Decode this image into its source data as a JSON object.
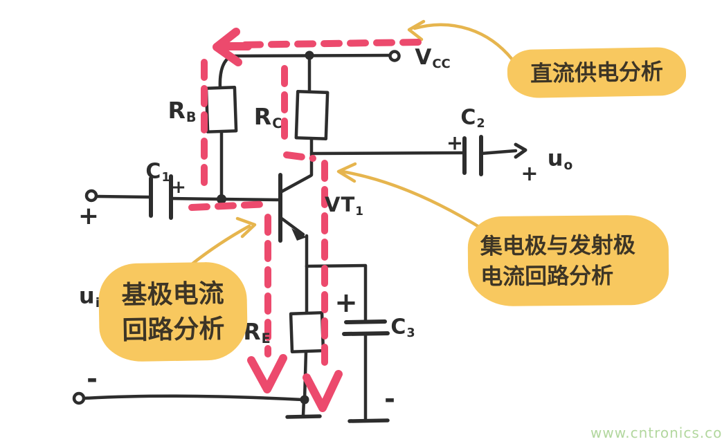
{
  "page": {
    "watermark": "www.cntronics.com"
  },
  "colors": {
    "ink": "#2d2d2d",
    "loop_pink": "#ec4a6d",
    "highlight_yellow": "#f8c85f",
    "arrow_yellow": "#e6b54e",
    "annotation_text": "#3d3526",
    "watermark_green": "#b2d79e"
  },
  "components": {
    "vcc": {
      "main": "V",
      "sub": "CC"
    },
    "rb": {
      "main": "R",
      "sub": "B"
    },
    "rc": {
      "main": "R",
      "sub": "C"
    },
    "re": {
      "main": "R",
      "sub": "E"
    },
    "c1": {
      "main": "C",
      "sub": "1"
    },
    "c2": {
      "main": "C",
      "sub": "2"
    },
    "c3": {
      "main": "C",
      "sub": "3"
    },
    "vt1": {
      "main": "VT",
      "sub": "1"
    },
    "ui": {
      "main": "u",
      "sub": "i"
    },
    "uo": {
      "main": "u",
      "sub": "o"
    }
  },
  "signs": {
    "plus": "+",
    "minus": "-"
  },
  "annotations": {
    "dc_supply": {
      "text": "直流供电分析"
    },
    "collector_emitter_loop": {
      "line1": "集电极与发射极",
      "line2": "电流回路分析"
    },
    "base_loop": {
      "line1": "基极电流",
      "line2": "回路分析"
    }
  }
}
